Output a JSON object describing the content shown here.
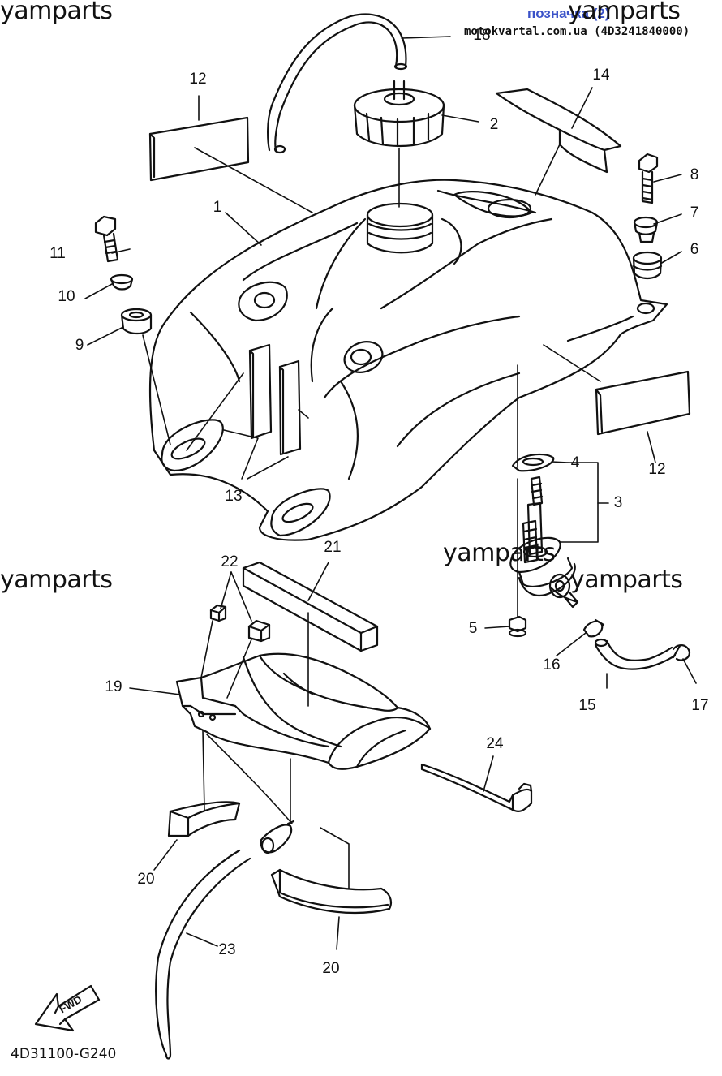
{
  "header": {
    "link_text": "позначка (2)",
    "site_text": "motokvartal.com.ua (4D3241840000)"
  },
  "watermarks": [
    "yamparts",
    "yamparts",
    "yamparts",
    "yamparts",
    "yamparts"
  ],
  "diagram_code": "4D31100-G240",
  "fwd_label": "FWD",
  "callouts": {
    "c1": "1",
    "c2": "2",
    "c3": "3",
    "c4": "4",
    "c5": "5",
    "c6": "6",
    "c7": "7",
    "c8": "8",
    "c9": "9",
    "c10": "10",
    "c11": "11",
    "c12a": "12",
    "c12b": "12",
    "c13": "13",
    "c14": "14",
    "c15": "15",
    "c16": "16",
    "c17": "17",
    "c18": "18",
    "c19": "19",
    "c20a": "20",
    "c20b": "20",
    "c21": "21",
    "c22": "22",
    "c23": "23",
    "c24": "24"
  }
}
